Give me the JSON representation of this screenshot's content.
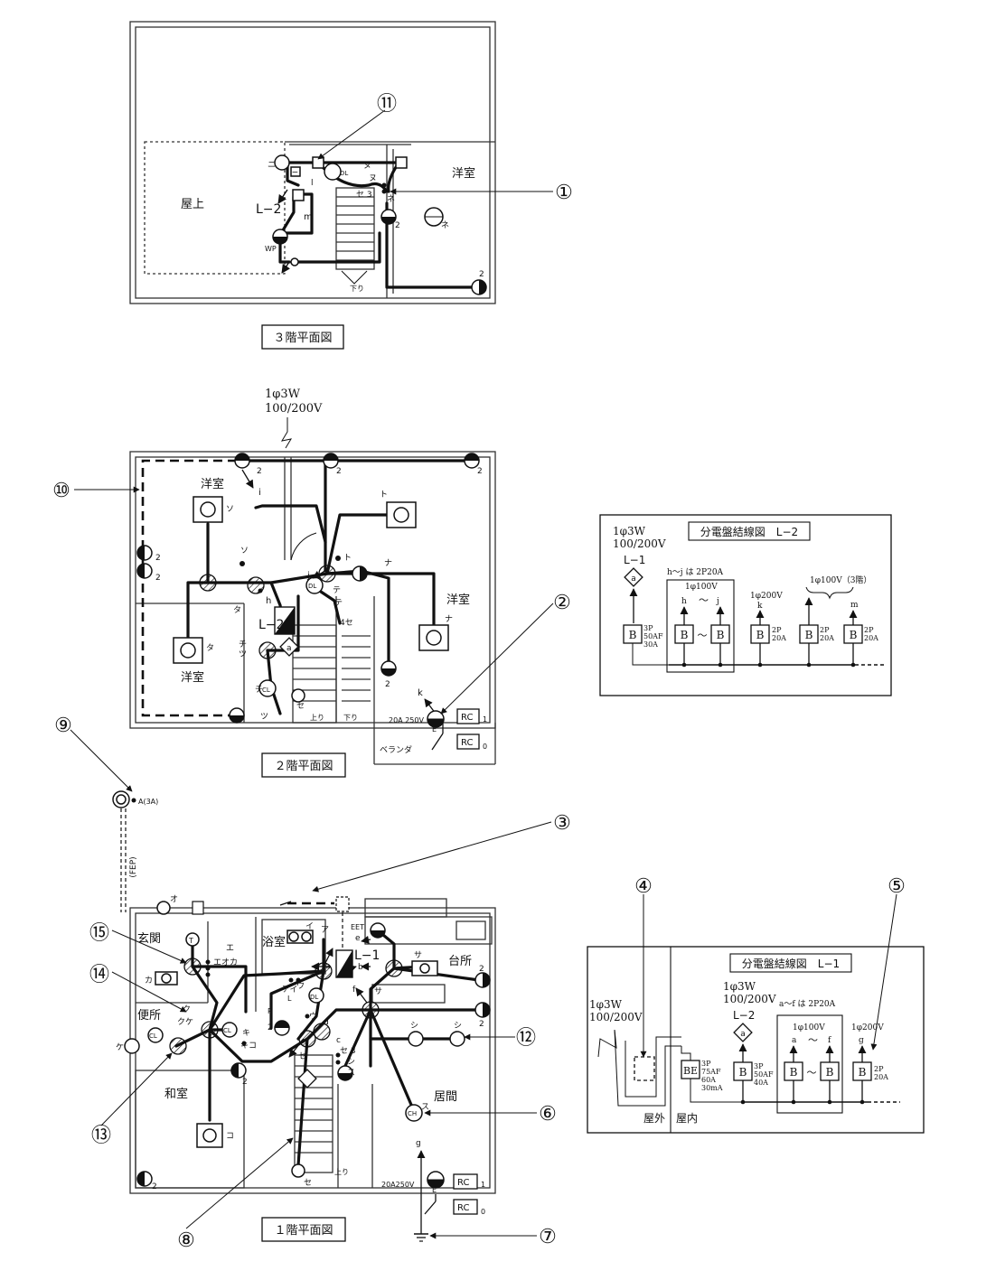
{
  "floor3": {
    "title": "３階平面図",
    "rooms": {
      "rooftop": "屋上",
      "western": "洋室"
    },
    "labels": {
      "panel": "L−2",
      "m": "m",
      "ni": "ニ",
      "ni2": "ニ",
      "l": "l",
      "nu": "ヌ",
      "nu2": "ヌ",
      "ne": "ネ",
      "ne2": "ネ",
      "se": "セ",
      "se3": "セ 3",
      "two_a": "2",
      "two_b": "2",
      "wp": "WP",
      "down": "下り",
      "dl": "DL"
    }
  },
  "floor2": {
    "title": "２階平面図",
    "supply": [
      "1φ3W",
      "100/200V"
    ],
    "rooms": {
      "western_nw": "洋室",
      "western_sw": "洋室",
      "western_e": "洋室",
      "veranda": "ベランダ"
    },
    "labels": {
      "panel": "L−2",
      "i": "i",
      "j": "j",
      "h": "h",
      "k": "k",
      "so": "ソ",
      "so2": "ソ",
      "ta": "タ",
      "ta2": "タ",
      "to": "ト",
      "to2": "ト",
      "na": "ナ",
      "na2": "ナ",
      "te": "テ",
      "te2": "テ",
      "se4": "4セ",
      "chi": "チ",
      "tsu": "ツ",
      "chi2": "チ",
      "tsu2": "ツ",
      "se": "セ",
      "up": "上り",
      "down": "下り",
      "outlet": "20A 250V",
      "e": "E",
      "rc1": "RC",
      "rc2": "RC",
      "rc1_sub": "1",
      "rc2_sub": "0",
      "dl": "DL",
      "cl": "CL",
      "a": "a",
      "two_a": "2",
      "two_b": "2",
      "two_c": "2",
      "two_d": "2",
      "two_e": "2",
      "two_f": "2"
    }
  },
  "floor1": {
    "title": "１階平面図",
    "rooms": {
      "genkan": "玄関",
      "bath": "浴室",
      "toilet": "便所",
      "kitchen": "台所",
      "washitsu": "和室",
      "living": "居間"
    },
    "labels": {
      "panel": "L−1",
      "pole_label": "A(3A)",
      "fep": "(FEP)",
      "o": "オ",
      "e_kana": "エ",
      "eoka": "エオカ",
      "ka": "カ",
      "ke": "ケ",
      "ku": "ク",
      "kuke": "クケ",
      "i": "イ",
      "a_kana": "ア",
      "ai": "アイ",
      "u": "ウ",
      "u2": "ウ",
      "ki": "キ",
      "kiko": "キコ",
      "ko": "コ",
      "sa": "サ",
      "sa2": "サ",
      "shi": "シ",
      "shi2": "シ",
      "shi3": "シ",
      "su": "ス",
      "su2": "ス",
      "se": "セ",
      "se2": "セ",
      "se3": "セ 3",
      "a": "a",
      "b": "b",
      "c": "c",
      "d": "d",
      "f": "f",
      "g": "g",
      "e_small": "e",
      "eet": "EET",
      "l": "L",
      "p": "P",
      "up": "上り",
      "outlet": "20A250V",
      "e": "E",
      "rc1": "RC",
      "rc2": "RC",
      "rc1_sub": "1",
      "rc2_sub": "0",
      "dl": "DL",
      "cl": "CL",
      "cl2": "CL",
      "ch": "CH",
      "t": "T",
      "two_a": "2",
      "two_b": "2",
      "two_c": "2",
      "two_d": "2",
      "two_e": "2"
    }
  },
  "panel_l2": {
    "title": "分電盤結線図　L−2",
    "supply": [
      "1φ3W",
      "100/200V"
    ],
    "from": "L−1",
    "a": "a",
    "note_hj": "h〜j は 2P20A",
    "group_100": "1φ100V",
    "group_200": "1φ200V",
    "group_3f": "1φ100V（3階）",
    "branch_h": "h",
    "branch_j": "j",
    "branch_k": "k",
    "branch_m": "m",
    "tilde": "〜",
    "tilde2": "〜",
    "main_b": "B",
    "b1": "B",
    "b2": "B",
    "b3": "B",
    "b4": "B",
    "b5": "B",
    "main_spec": [
      "3P",
      "50AF",
      "30A"
    ],
    "spec_k": [
      "2P",
      "20A"
    ],
    "spec_3f": [
      "2P",
      "20A"
    ],
    "spec_m": [
      "2P",
      "20A"
    ]
  },
  "panel_l1": {
    "title": "分電盤結線図　L−1",
    "supply": [
      "1φ3W",
      "100/200V"
    ],
    "left_supply": [
      "1φ3W",
      "100/200V"
    ],
    "to": "L−2",
    "a": "a",
    "note_af": "a〜f は 2P20A",
    "group_100": "1φ100V",
    "group_200": "1φ200V",
    "branch_a": "a",
    "branch_f": "f",
    "branch_g": "g",
    "tilde": "〜",
    "tilde2": "〜",
    "be": "BE",
    "b_l2": "B",
    "b1": "B",
    "b2": "B",
    "b_g": "B",
    "be_spec": [
      "3P",
      "75AF",
      "60A",
      "30mA"
    ],
    "l2_spec": [
      "3P",
      "50AF",
      "40A"
    ],
    "g_spec": [
      "2P",
      "20A"
    ],
    "outdoor": "屋外",
    "indoor": "屋内"
  },
  "callouts": [
    "①",
    "②",
    "③",
    "④",
    "⑤",
    "⑥",
    "⑦",
    "⑧",
    "⑨",
    "⑩",
    "⑪",
    "⑫",
    "⑬",
    "⑭",
    "⑮"
  ]
}
